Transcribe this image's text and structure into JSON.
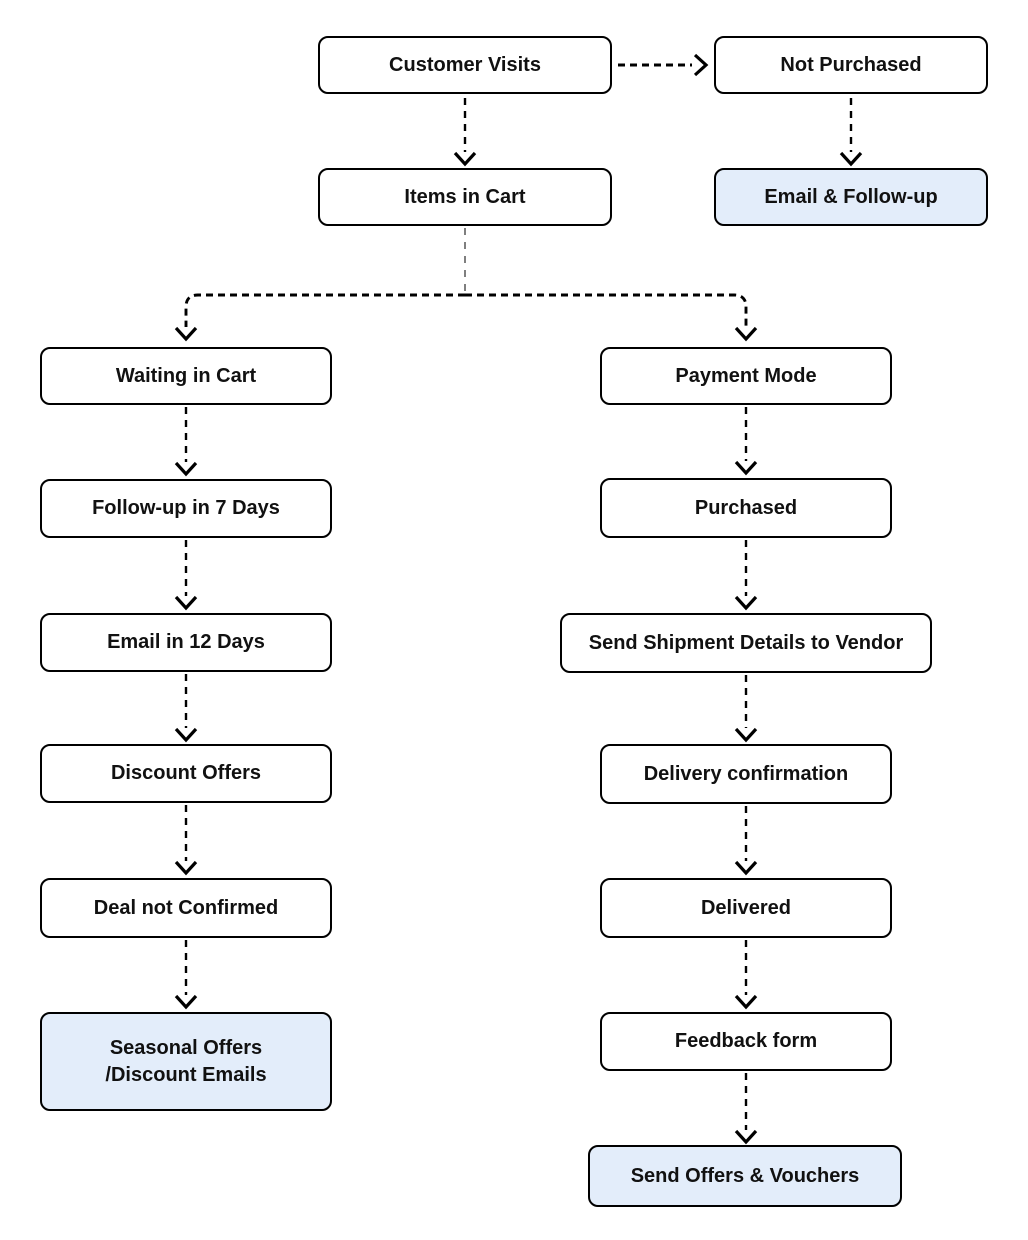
{
  "diagram": {
    "title": "Customer purchase follow-up flowchart",
    "type": "flowchart",
    "colors": {
      "node_fill": "#ffffff",
      "highlight_fill": "#e3edfa",
      "border": "#000000",
      "text": "#111111",
      "connector": "#000000"
    },
    "connector_style": "dashed with open chevron arrowheads",
    "nodes": {
      "customer_visits": {
        "label": "Customer Visits",
        "highlighted": false
      },
      "not_purchased": {
        "label": "Not Purchased",
        "highlighted": false
      },
      "items_in_cart": {
        "label": "Items in Cart",
        "highlighted": false
      },
      "email_follow_up": {
        "label": "Email & Follow-up",
        "highlighted": true
      },
      "waiting_in_cart": {
        "label": "Waiting in Cart",
        "highlighted": false
      },
      "follow_up_7_days": {
        "label": "Follow-up in 7 Days",
        "highlighted": false
      },
      "email_12_days": {
        "label": "Email in 12 Days",
        "highlighted": false
      },
      "discount_offers": {
        "label": "Discount Offers",
        "highlighted": false
      },
      "deal_not_confirmed": {
        "label": "Deal not Confirmed",
        "highlighted": false
      },
      "seasonal_offers": {
        "label_line1": "Seasonal Offers",
        "label_line2": "/Discount Emails",
        "highlighted": true
      },
      "payment_mode": {
        "label": "Payment Mode",
        "highlighted": false
      },
      "purchased": {
        "label": "Purchased",
        "highlighted": false
      },
      "send_shipment": {
        "label": "Send Shipment Details to Vendor",
        "highlighted": false
      },
      "delivery_confirmation": {
        "label": "Delivery confirmation",
        "highlighted": false
      },
      "delivered": {
        "label": "Delivered",
        "highlighted": false
      },
      "feedback_form": {
        "label": "Feedback form",
        "highlighted": false
      },
      "send_offers_vouchers": {
        "label": "Send Offers & Vouchers",
        "highlighted": true
      }
    },
    "edges": [
      {
        "from": "Customer Visits",
        "to": "Not Purchased"
      },
      {
        "from": "Customer Visits",
        "to": "Items in Cart"
      },
      {
        "from": "Not Purchased",
        "to": "Email & Follow-up"
      },
      {
        "from": "Items in Cart",
        "to": "Waiting in Cart"
      },
      {
        "from": "Items in Cart",
        "to": "Payment Mode"
      },
      {
        "from": "Waiting in Cart",
        "to": "Follow-up in 7 Days"
      },
      {
        "from": "Follow-up in 7 Days",
        "to": "Email in 12 Days"
      },
      {
        "from": "Email in 12 Days",
        "to": "Discount Offers"
      },
      {
        "from": "Discount Offers",
        "to": "Deal not Confirmed"
      },
      {
        "from": "Deal not Confirmed",
        "to": "Seasonal Offers /Discount Emails"
      },
      {
        "from": "Payment Mode",
        "to": "Purchased"
      },
      {
        "from": "Purchased",
        "to": "Send Shipment Details to Vendor"
      },
      {
        "from": "Send Shipment Details to Vendor",
        "to": "Delivery confirmation"
      },
      {
        "from": "Delivery confirmation",
        "to": "Delivered"
      },
      {
        "from": "Delivered",
        "to": "Feedback form"
      },
      {
        "from": "Feedback form",
        "to": "Send Offers & Vouchers"
      }
    ]
  }
}
